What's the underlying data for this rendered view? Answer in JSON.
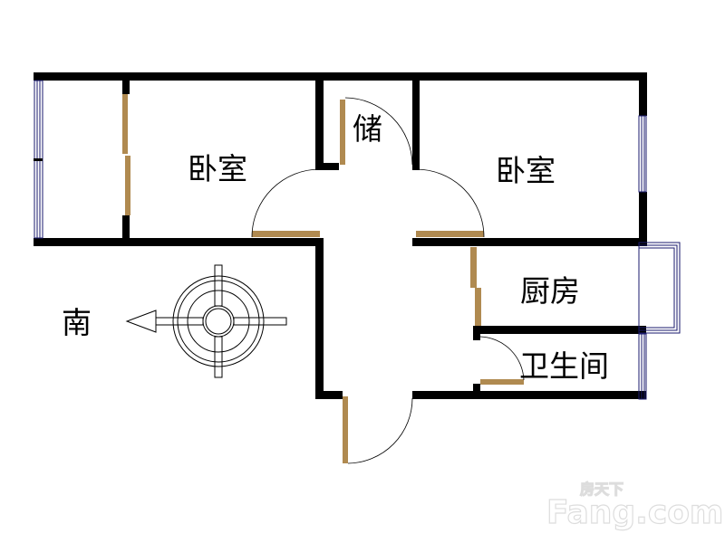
{
  "rooms": {
    "bedroom_left": "卧室",
    "storage": "储",
    "bedroom_right": "卧室",
    "kitchen": "厨房",
    "bathroom": "卫生间"
  },
  "compass": {
    "direction_label": "南"
  },
  "watermark": {
    "brand": "Fang.com",
    "chinese": "房天下"
  },
  "colors": {
    "wall": "#000000",
    "door": "#b08a50",
    "window": "#1a1a6e"
  }
}
